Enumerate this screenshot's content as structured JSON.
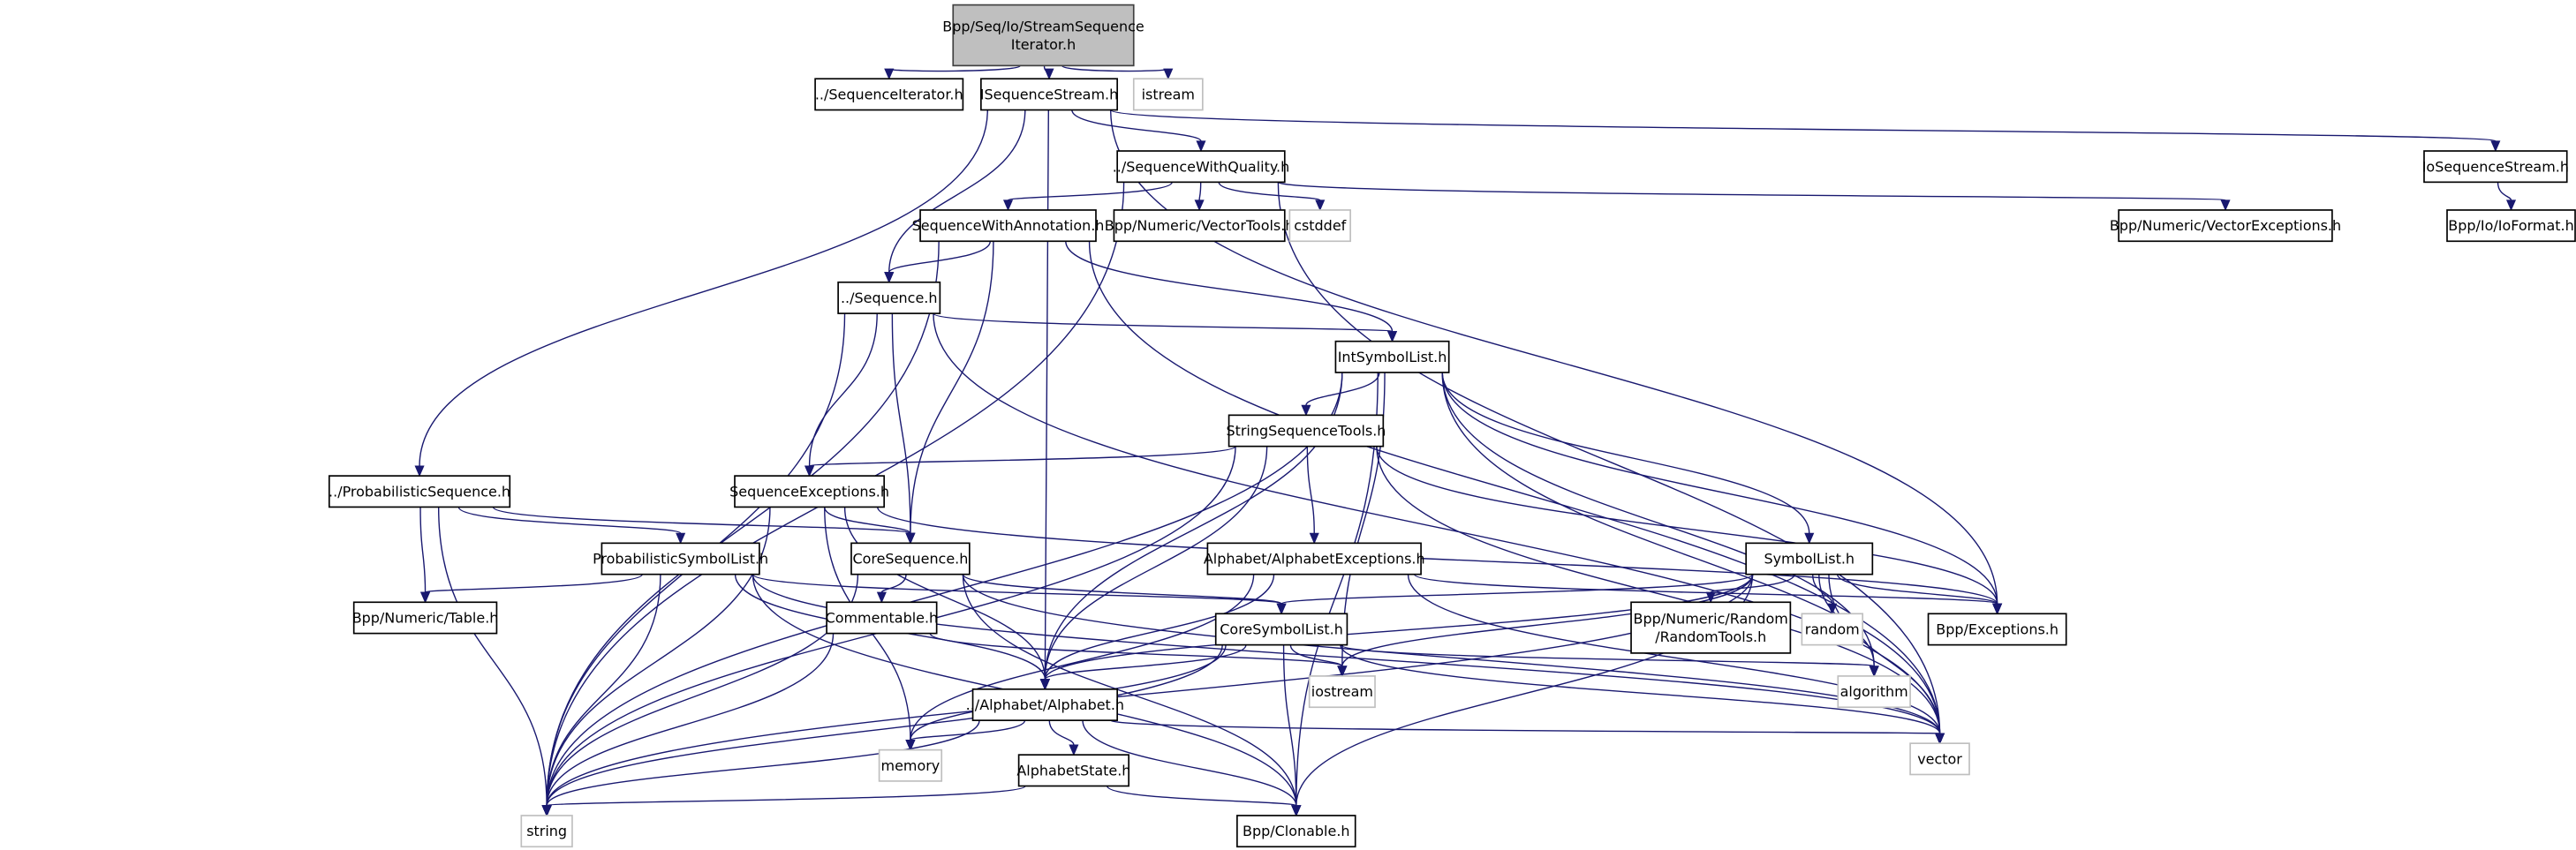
{
  "graph": {
    "edge_color": "#191970",
    "root_fill": "#bfbfbf",
    "nodes": [
      {
        "id": "root",
        "label": [
          "Bpp/Seq/Io/StreamSequence",
          "Iterator.h"
        ],
        "kind": "root"
      },
      {
        "id": "seqiter",
        "label": [
          "../SequenceIterator.h"
        ],
        "kind": "normal"
      },
      {
        "id": "iseqstream",
        "label": [
          "ISequenceStream.h"
        ],
        "kind": "normal"
      },
      {
        "id": "istream",
        "label": [
          "istream"
        ],
        "kind": "external"
      },
      {
        "id": "seqqual",
        "label": [
          "../SequenceWithQuality.h"
        ],
        "kind": "normal"
      },
      {
        "id": "ioseqstream",
        "label": [
          "IoSequenceStream.h"
        ],
        "kind": "normal"
      },
      {
        "id": "seqannot",
        "label": [
          "SequenceWithAnnotation.h"
        ],
        "kind": "normal"
      },
      {
        "id": "vectortools",
        "label": [
          "Bpp/Numeric/VectorTools.h"
        ],
        "kind": "normal"
      },
      {
        "id": "cstddef",
        "label": [
          "cstddef"
        ],
        "kind": "external"
      },
      {
        "id": "vectorexc",
        "label": [
          "Bpp/Numeric/VectorExceptions.h"
        ],
        "kind": "normal"
      },
      {
        "id": "ioformat",
        "label": [
          "Bpp/Io/IoFormat.h"
        ],
        "kind": "normal"
      },
      {
        "id": "sequence",
        "label": [
          "../Sequence.h"
        ],
        "kind": "normal"
      },
      {
        "id": "intsymlist",
        "label": [
          "IntSymbolList.h"
        ],
        "kind": "normal"
      },
      {
        "id": "strseqtools",
        "label": [
          "StringSequenceTools.h"
        ],
        "kind": "normal"
      },
      {
        "id": "seqexc",
        "label": [
          "SequenceExceptions.h"
        ],
        "kind": "normal"
      },
      {
        "id": "probseq",
        "label": [
          "../ProbabilisticSequence.h"
        ],
        "kind": "normal"
      },
      {
        "id": "probsymlist",
        "label": [
          "ProbabilisticSymbolList.h"
        ],
        "kind": "normal"
      },
      {
        "id": "coreseq",
        "label": [
          "CoreSequence.h"
        ],
        "kind": "normal"
      },
      {
        "id": "alphaexc",
        "label": [
          "Alphabet/AlphabetExceptions.h"
        ],
        "kind": "normal"
      },
      {
        "id": "symlist",
        "label": [
          "SymbolList.h"
        ],
        "kind": "normal"
      },
      {
        "id": "table",
        "label": [
          "Bpp/Numeric/Table.h"
        ],
        "kind": "normal"
      },
      {
        "id": "commentable",
        "label": [
          "Commentable.h"
        ],
        "kind": "normal"
      },
      {
        "id": "coresymlist",
        "label": [
          "CoreSymbolList.h"
        ],
        "kind": "normal"
      },
      {
        "id": "randomtools",
        "label": [
          "Bpp/Numeric/Random",
          "/RandomTools.h"
        ],
        "kind": "normal"
      },
      {
        "id": "random",
        "label": [
          "random"
        ],
        "kind": "external"
      },
      {
        "id": "exceptions",
        "label": [
          "Bpp/Exceptions.h"
        ],
        "kind": "normal"
      },
      {
        "id": "iostream",
        "label": [
          "iostream"
        ],
        "kind": "external"
      },
      {
        "id": "algorithm",
        "label": [
          "algorithm"
        ],
        "kind": "external"
      },
      {
        "id": "alphabet",
        "label": [
          "../Alphabet/Alphabet.h"
        ],
        "kind": "normal"
      },
      {
        "id": "memory",
        "label": [
          "memory"
        ],
        "kind": "external"
      },
      {
        "id": "vector",
        "label": [
          "vector"
        ],
        "kind": "external"
      },
      {
        "id": "alphastate",
        "label": [
          "AlphabetState.h"
        ],
        "kind": "normal"
      },
      {
        "id": "string",
        "label": [
          "string"
        ],
        "kind": "external"
      },
      {
        "id": "clonable",
        "label": [
          "Bpp/Clonable.h"
        ],
        "kind": "normal"
      }
    ],
    "edges": [
      [
        "root",
        "seqiter"
      ],
      [
        "root",
        "iseqstream"
      ],
      [
        "root",
        "istream"
      ],
      [
        "iseqstream",
        "seqqual"
      ],
      [
        "iseqstream",
        "ioseqstream"
      ],
      [
        "iseqstream",
        "sequence"
      ],
      [
        "iseqstream",
        "probseq"
      ],
      [
        "iseqstream",
        "alphabet"
      ],
      [
        "iseqstream",
        "exceptions"
      ],
      [
        "seqqual",
        "seqannot"
      ],
      [
        "seqqual",
        "vectortools"
      ],
      [
        "seqqual",
        "cstddef"
      ],
      [
        "seqqual",
        "vectorexc"
      ],
      [
        "seqqual",
        "vector"
      ],
      [
        "seqqual",
        "string"
      ],
      [
        "ioseqstream",
        "ioformat"
      ],
      [
        "seqannot",
        "sequence"
      ],
      [
        "seqannot",
        "coreseq"
      ],
      [
        "seqannot",
        "intsymlist"
      ],
      [
        "seqannot",
        "string"
      ],
      [
        "seqannot",
        "vector"
      ],
      [
        "sequence",
        "seqexc"
      ],
      [
        "sequence",
        "coreseq"
      ],
      [
        "sequence",
        "intsymlist"
      ],
      [
        "sequence",
        "string"
      ],
      [
        "sequence",
        "vector"
      ],
      [
        "intsymlist",
        "strseqtools"
      ],
      [
        "intsymlist",
        "symlist"
      ],
      [
        "intsymlist",
        "alphabet"
      ],
      [
        "intsymlist",
        "iostream"
      ],
      [
        "intsymlist",
        "string"
      ],
      [
        "intsymlist",
        "vector"
      ],
      [
        "intsymlist",
        "algorithm"
      ],
      [
        "intsymlist",
        "clonable"
      ],
      [
        "intsymlist",
        "exceptions"
      ],
      [
        "strseqtools",
        "seqexc"
      ],
      [
        "strseqtools",
        "alphaexc"
      ],
      [
        "strseqtools",
        "alphabet"
      ],
      [
        "strseqtools",
        "string"
      ],
      [
        "strseqtools",
        "exceptions"
      ],
      [
        "strseqtools",
        "vector"
      ],
      [
        "seqexc",
        "coreseq"
      ],
      [
        "seqexc",
        "alphabet"
      ],
      [
        "seqexc",
        "string"
      ],
      [
        "seqexc",
        "memory"
      ],
      [
        "seqexc",
        "exceptions"
      ],
      [
        "probseq",
        "probsymlist"
      ],
      [
        "probseq",
        "coreseq"
      ],
      [
        "probseq",
        "table"
      ],
      [
        "probseq",
        "string"
      ],
      [
        "probsymlist",
        "table"
      ],
      [
        "probsymlist",
        "coresymlist"
      ],
      [
        "probsymlist",
        "alphabet"
      ],
      [
        "probsymlist",
        "string"
      ],
      [
        "probsymlist",
        "clonable"
      ],
      [
        "probsymlist",
        "vector"
      ],
      [
        "coreseq",
        "commentable"
      ],
      [
        "coreseq",
        "coresymlist"
      ],
      [
        "coreseq",
        "string"
      ],
      [
        "coreseq",
        "vector"
      ],
      [
        "coreseq",
        "clonable"
      ],
      [
        "alphaexc",
        "alphabet"
      ],
      [
        "alphaexc",
        "memory"
      ],
      [
        "alphaexc",
        "exceptions"
      ],
      [
        "alphaexc",
        "vector"
      ],
      [
        "symlist",
        "coresymlist"
      ],
      [
        "symlist",
        "randomtools"
      ],
      [
        "symlist",
        "random"
      ],
      [
        "symlist",
        "exceptions"
      ],
      [
        "symlist",
        "iostream"
      ],
      [
        "symlist",
        "algorithm"
      ],
      [
        "symlist",
        "vector"
      ],
      [
        "symlist",
        "clonable"
      ],
      [
        "symlist",
        "string"
      ],
      [
        "symlist",
        "alphabet"
      ],
      [
        "commentable",
        "string"
      ],
      [
        "commentable",
        "iostream"
      ],
      [
        "coresymlist",
        "alphabet"
      ],
      [
        "coresymlist",
        "iostream"
      ],
      [
        "coresymlist",
        "algorithm"
      ],
      [
        "coresymlist",
        "vector"
      ],
      [
        "coresymlist",
        "memory"
      ],
      [
        "coresymlist",
        "string"
      ],
      [
        "coresymlist",
        "clonable"
      ],
      [
        "alphabet",
        "alphastate"
      ],
      [
        "alphabet",
        "memory"
      ],
      [
        "alphabet",
        "string"
      ],
      [
        "alphabet",
        "vector"
      ],
      [
        "alphabet",
        "clonable"
      ],
      [
        "alphastate",
        "string"
      ],
      [
        "alphastate",
        "clonable"
      ]
    ]
  }
}
